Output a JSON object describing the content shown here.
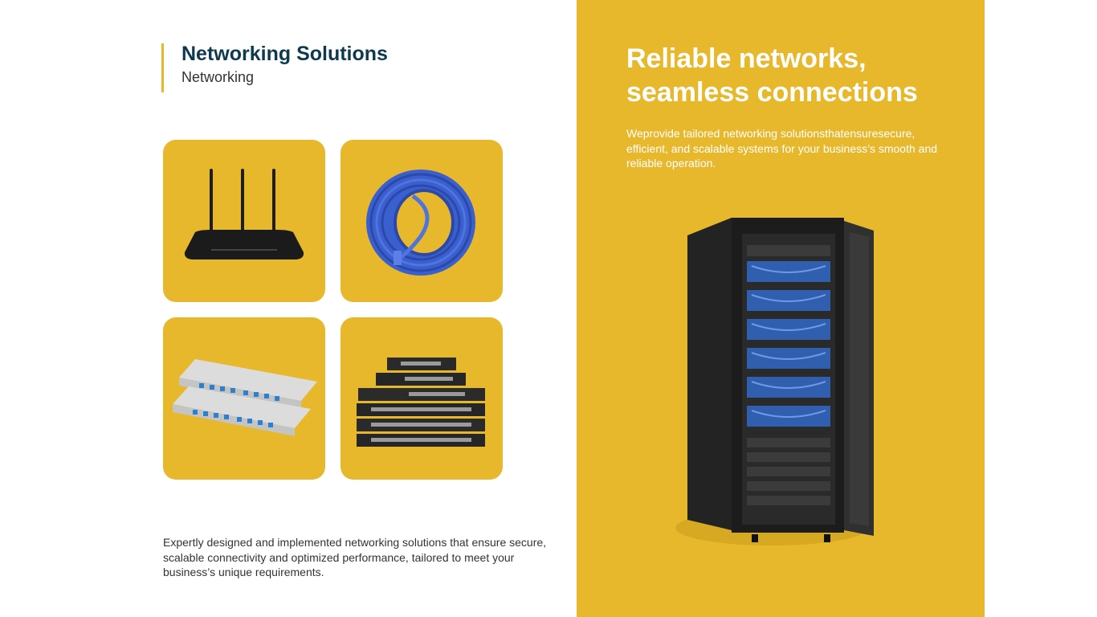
{
  "header": {
    "title": "Networking Solutions",
    "subtitle": "Networking"
  },
  "products": [
    {
      "icon": "wifi-router-icon"
    },
    {
      "icon": "ethernet-cable-icon"
    },
    {
      "icon": "fiber-patch-panel-icon"
    },
    {
      "icon": "network-switch-stack-icon"
    }
  ],
  "intro": {
    "text": "Expertly designed and implemented networking solutions that ensure secure, scalable connectivity and optimized performance, tailored to meet your business’s unique requirements."
  },
  "feature": {
    "headline": "Reliable networks, seamless connections",
    "description": "Weprovide tailored networking solutionsthatensuresecure, efficient, and scalable systems for your business’s smooth and reliable operation.",
    "image": "server-rack-icon"
  },
  "colors": {
    "accent": "#E8B82C",
    "title": "#0F3A4E",
    "body_text": "#333333",
    "panel_text": "#FFFFFF"
  }
}
